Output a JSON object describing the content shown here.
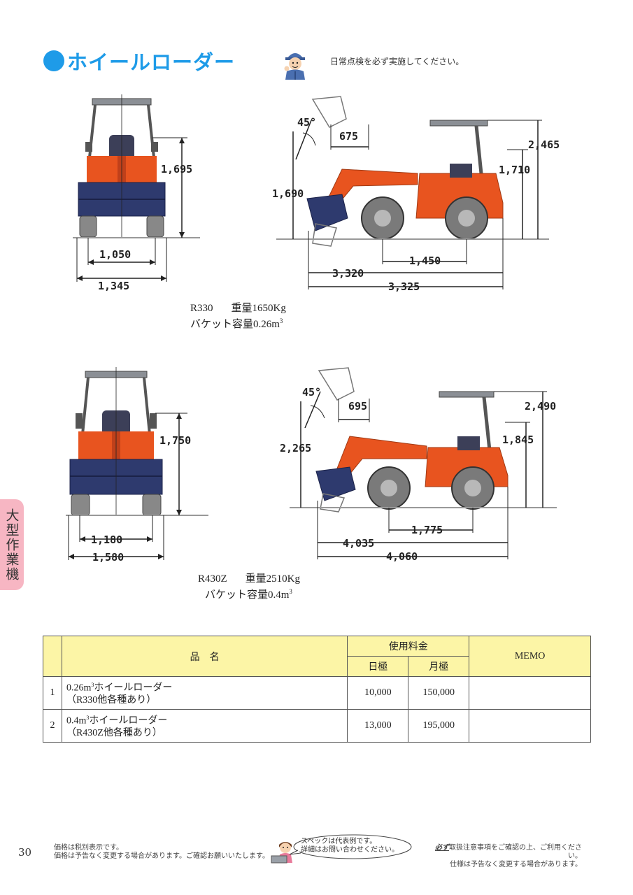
{
  "header": {
    "title": "ホイールローダー",
    "daily_note": "日常点検を必ず実施してください。"
  },
  "colors": {
    "accent": "#1e9be8",
    "machine_orange": "#e8541f",
    "machine_navy": "#2e3a6e",
    "table_header": "#fcf5a6",
    "side_tab": "#f7b6c3"
  },
  "models": [
    {
      "front_dims": {
        "height": "1,695",
        "track": "1,050",
        "width": "1,345"
      },
      "side_dims": {
        "angle": "45°",
        "reach": "675",
        "dump_height": "1,690",
        "total_height": "2,465",
        "canopy_height": "1,710",
        "wheelbase": "1,450",
        "length_a": "3,320",
        "length_b": "3,325"
      },
      "spec_model": "R330",
      "spec_weight": "重量1650Kg",
      "spec_bucket": "バケット容量0.26m",
      "spec_bucket_unit": "3"
    },
    {
      "front_dims": {
        "height": "1,750",
        "track": "1,180",
        "width": "1,580"
      },
      "side_dims": {
        "angle": "45°",
        "reach": "695",
        "dump_height": "2,265",
        "total_height": "2,490",
        "canopy_height": "1,845",
        "wheelbase": "1,775",
        "length_a": "4,035",
        "length_b": "4,060"
      },
      "spec_model": "R430Z",
      "spec_weight": "重量2510Kg",
      "spec_bucket": "バケット容量0.4m",
      "spec_bucket_unit": "3"
    }
  ],
  "side_tab": "大型作業機",
  "table": {
    "header_name": "品　名",
    "header_fee": "使用料金",
    "header_daily": "日極",
    "header_monthly": "月極",
    "header_memo": "MEMO",
    "rows": [
      {
        "no": "1",
        "name_a": "0.26m",
        "name_sup": "3",
        "name_b": "ホイールローダー",
        "name_line2": "（R330他各種あり）",
        "daily": "10,000",
        "monthly": "150,000",
        "memo": ""
      },
      {
        "no": "2",
        "name_a": "0.4m",
        "name_sup": "3",
        "name_b": "ホイールローダー",
        "name_line2": "（R430Z他各種あり）",
        "daily": "13,000",
        "monthly": "195,000",
        "memo": ""
      }
    ]
  },
  "footer": {
    "page_number": "30",
    "left_line1": "価格は税別表示です。",
    "left_line2": "価格は予告なく変更する場合があります。ご確認お願いいたします。",
    "bubble_line1": "スペックは代表例です。",
    "bubble_line2": "詳細はお問い合わせください。",
    "right_emph": "必ず",
    "right_line1_rest": "取扱注意事項をご確認の上、ご利用ください。",
    "right_line2": "仕様は予告なく変更する場合があります。"
  }
}
